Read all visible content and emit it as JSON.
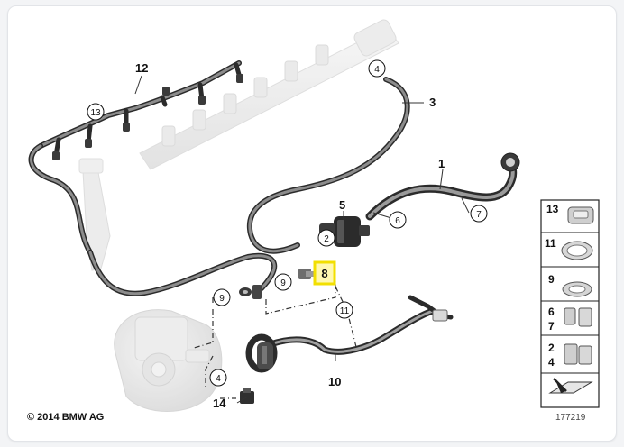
{
  "diagram": {
    "labels": {
      "p1": "1",
      "p2": "2",
      "p3": "3",
      "p4a": "4",
      "p4b": "4",
      "p5": "5",
      "p6": "6",
      "p7": "7",
      "p8": "8",
      "p9a": "9",
      "p9b": "9",
      "p10": "10",
      "p11": "11",
      "p12": "12",
      "p13": "13",
      "p14": "14"
    },
    "legend": {
      "row1": "13",
      "row2": "11",
      "row3": "9",
      "row4a": "6",
      "row4b": "7",
      "row5a": "2",
      "row5b": "4"
    },
    "copyright": "© 2014 BMW AG",
    "image_number": "177219",
    "highlight_color": "#f2df00"
  }
}
